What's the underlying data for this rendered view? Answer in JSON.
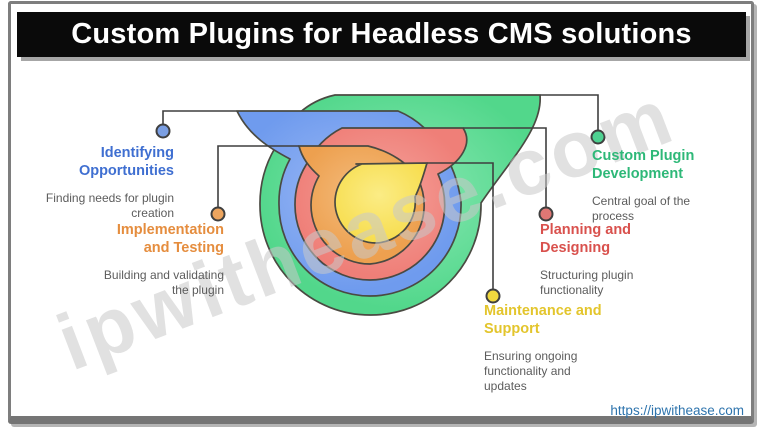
{
  "banner": {
    "title": "Custom Plugins for Headless CMS solutions"
  },
  "watermark": {
    "text": "ipwithease.com"
  },
  "footer": {
    "link": "https://ipwithease.com"
  },
  "diagram": {
    "outline_color": "#4a4a42",
    "line_color": "#3f3f3f",
    "rings": [
      {
        "name": "custom-plugin-development",
        "label": "Custom Plugin Development",
        "light": "#8ae8b4",
        "base": "#52d78b"
      },
      {
        "name": "identifying-opportunities",
        "label": "Identifying Opportunities",
        "light": "#9ab8f4",
        "base": "#6f9bee"
      },
      {
        "name": "planning-designing",
        "label": "Planning and Designing",
        "light": "#f5a39c",
        "base": "#ef7f78"
      },
      {
        "name": "implementation-testing",
        "label": "Implementation and Testing",
        "light": "#f4bc7d",
        "base": "#eda04f"
      },
      {
        "name": "maintenance-support",
        "label": "Maintenance and Support",
        "light": "#fbec85",
        "base": "#f7dd4e"
      }
    ]
  },
  "callouts": [
    {
      "id": "identifying-opportunities",
      "heading": "Identifying\nOpportunities",
      "description": "Finding needs for plugin\ncreation",
      "color": "#3f6fd1",
      "dot": "#7b9fe3"
    },
    {
      "id": "implementation-testing",
      "heading": "Implementation\nand Testing",
      "description": "Building and validating\nthe plugin",
      "color": "#e58d3e",
      "dot": "#eda55f"
    },
    {
      "id": "custom-plugin-development",
      "heading": "Custom Plugin\nDevelopment",
      "description": "Central goal of the\nprocess",
      "color": "#2eb878",
      "dot": "#4ed191"
    },
    {
      "id": "planning-designing",
      "heading": "Planning and\nDesigning",
      "description": "Structuring plugin\nfunctionality",
      "color": "#d9514d",
      "dot": "#df7774"
    },
    {
      "id": "maintenance-support",
      "heading": "Maintenance and\nSupport",
      "description": "Ensuring ongoing\nfunctionality and\nupdates",
      "color": "#e3c52c",
      "dot": "#f0d83e"
    }
  ]
}
